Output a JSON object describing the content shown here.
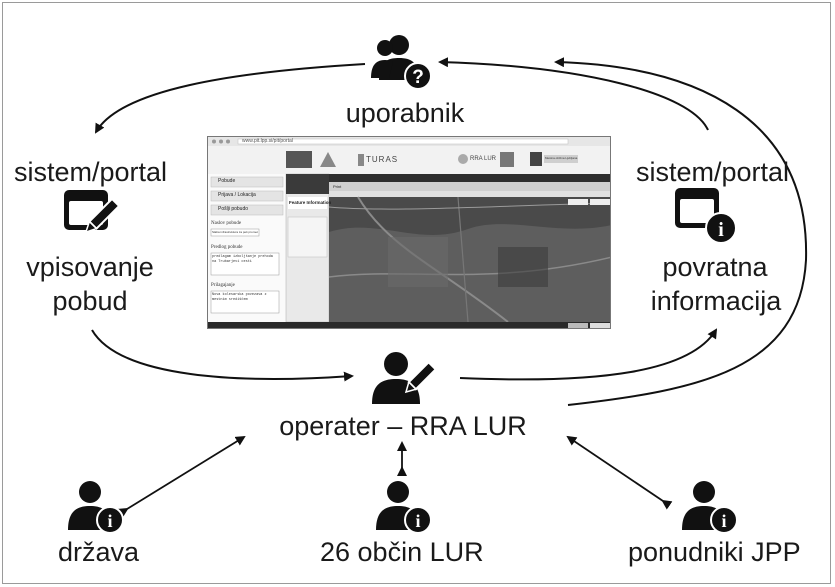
{
  "nodes": {
    "user": "uporabnik",
    "portal_left_title": "sistem/portal",
    "portal_left_sub1": "vpisovanje",
    "portal_left_sub2": "pobud",
    "portal_right_title": "sistem/portal",
    "portal_right_sub1": "povratna",
    "portal_right_sub2": "informacija",
    "operator": "operater – RRA LUR",
    "state": "država",
    "municipalities": "26 občin LUR",
    "providers": "ponudniki JPP"
  },
  "icons": {
    "user": "user-question-icon",
    "portal_left": "window-pencil-icon",
    "portal_right": "window-info-icon",
    "operator": "user-pencil-icon",
    "state": "user-info-icon",
    "municipalities": "user-info-icon",
    "providers": "user-info-icon"
  },
  "screenshot": {
    "url": "www.pit.lpp.si/pit/portal",
    "header_logo_1": "TURAS",
    "header_logo_2": "RRA LUR",
    "header_logo_3": "Mestna občina Ljubljana",
    "sidebar_items": [
      "Pobude",
      "Prijava / Lokacija",
      "Pošlji pobudo"
    ],
    "form_label_1": "Naslov pobude",
    "form_value_1": "Slaba infrastruktura za peš promet",
    "form_label_2": "Predlog pobude",
    "form_value_2": "predlagam izboljšanje prehoda na Trubarjevi cesti",
    "form_label_3": "Prilagajanje",
    "form_value_3": "Nova kolesarska povezava z mestnim središčem",
    "panel_title": "Feature Information",
    "toolbar_label": "Print"
  }
}
